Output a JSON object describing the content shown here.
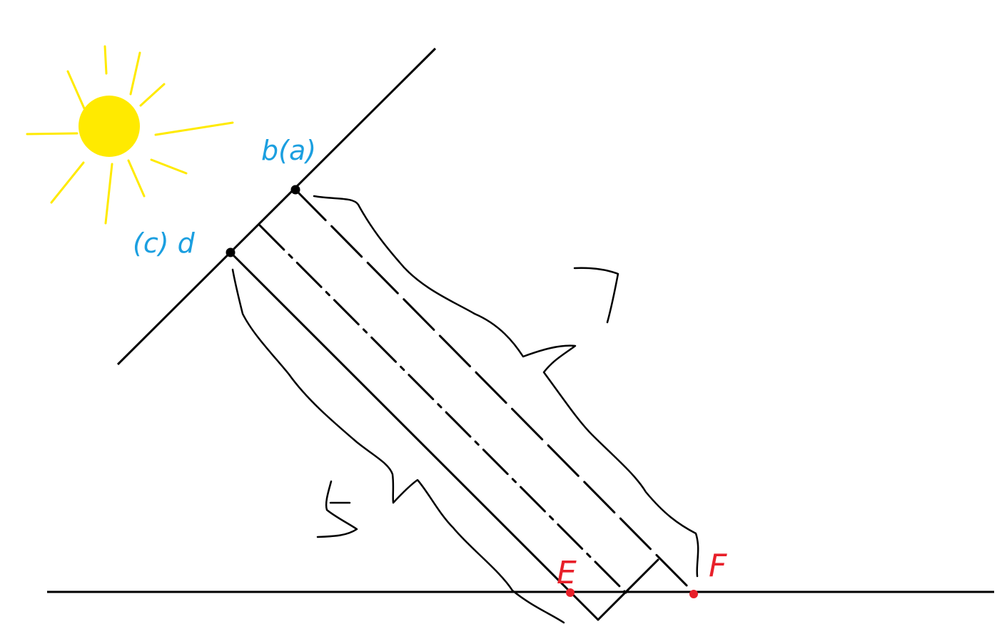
{
  "labels": {
    "top_corner": "b(a)",
    "left_corner": "(c) d",
    "ground_left": "E",
    "ground_right": "F",
    "upper_dimension": "7",
    "lower_dimension": "5"
  },
  "colors": {
    "sun": "#FFEA00",
    "ink": "#000000",
    "corner_labels": "#1B9FE0",
    "ground_labels": "#E8202A"
  },
  "elements": {
    "sun": "sun-icon",
    "ground": "ground-line",
    "wall": "wall-line",
    "beam": "rectangular-beam"
  }
}
